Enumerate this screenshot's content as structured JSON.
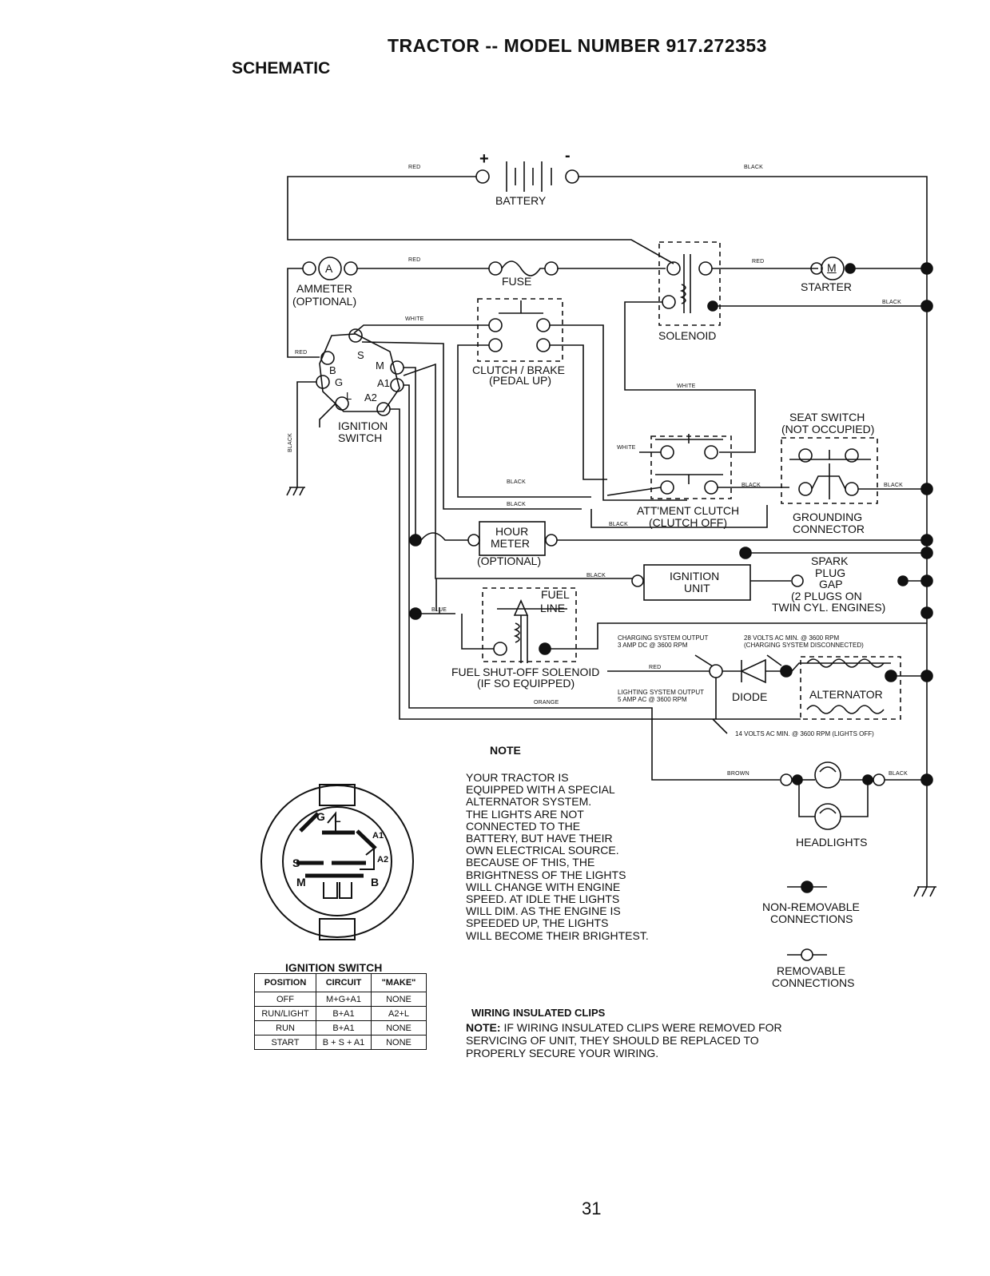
{
  "header": {
    "title": "TRACTOR -- MODEL NUMBER 917.272353",
    "subtitle": "SCHEMATIC"
  },
  "components": {
    "battery": "BATTERY",
    "battery_plus": "+",
    "battery_minus": "-",
    "ammeter_letter": "A",
    "ammeter": "AMMETER",
    "ammeter_opt": "(OPTIONAL)",
    "fuse": "FUSE",
    "starter_letter": "M",
    "starter": "STARTER",
    "solenoid": "SOLENOID",
    "clutch_brake": "CLUTCH / BRAKE",
    "clutch_brake2": "(PEDAL UP)",
    "ignition_switch": "IGNITION",
    "ignition_switch2": "SWITCH",
    "term_b": "B",
    "term_s": "S",
    "term_m": "M",
    "term_g": "G",
    "term_a1": "A1",
    "term_l": "L",
    "term_a2": "A2",
    "seat_switch": "SEAT SWITCH",
    "seat_switch2": "(NOT OCCUPIED)",
    "attment": "ATT'MENT CLUTCH",
    "attment2": "(CLUTCH OFF)",
    "grounding": "GROUNDING",
    "grounding2": "CONNECTOR",
    "hour": "HOUR",
    "hour2": "METER",
    "hour_opt": "(OPTIONAL)",
    "ign_unit": "IGNITION",
    "ign_unit2": "UNIT",
    "spark1": "SPARK",
    "spark2": "PLUG",
    "spark3": "GAP",
    "spark4": "(2 PLUGS ON",
    "spark5": "TWIN CYL. ENGINES)",
    "fuel1": "FUEL",
    "fuel2": "LINE",
    "fuel_sol": "FUEL SHUT-OFF SOLENOID",
    "fuel_sol2": "(IF SO EQUIPPED)",
    "charge1": "CHARGING SYSTEM OUTPUT",
    "charge2": "3 AMP DC @ 3600 RPM",
    "v28a": "28 VOLTS AC MIN. @ 3600 RPM",
    "v28b": "(CHARGING SYSTEM DISCONNECTED)",
    "light1": "LIGHTING SYSTEM OUTPUT",
    "light2": "5 AMP AC @ 3600 RPM",
    "v14": "14 VOLTS AC MIN. @ 3600 RPM (LIGHTS OFF)",
    "diode": "DIODE",
    "alternator": "ALTERNATOR",
    "headlights": "HEADLIGHTS",
    "nonrem1": "NON-REMOVABLE",
    "nonrem2": "CONNECTIONS",
    "rem1": "REMOVABLE",
    "rem2": "CONNECTIONS"
  },
  "wires": {
    "red": "RED",
    "black": "BLACK",
    "white": "WHITE",
    "blue": "BLUE",
    "orange": "ORANGE",
    "brown": "BROWN"
  },
  "note": {
    "heading": "NOTE",
    "lines": [
      "YOUR TRACTOR IS",
      "EQUIPPED WITH A SPECIAL",
      "ALTERNATOR SYSTEM.",
      "THE LIGHTS ARE NOT",
      "CONNECTED TO THE",
      "BATTERY, BUT HAVE THEIR",
      "OWN ELECTRICAL SOURCE.",
      "BECAUSE OF THIS, THE",
      "BRIGHTNESS OF THE LIGHTS",
      "WILL CHANGE WITH ENGINE",
      "SPEED.  AT IDLE THE LIGHTS",
      "WILL DIM.  AS THE ENGINE IS",
      "SPEEDED UP, THE LIGHTS",
      "WILL BECOME THEIR BRIGHTEST."
    ]
  },
  "clips": {
    "heading": "WIRING INSULATED CLIPS",
    "note_label": "NOTE:",
    "line1": " IF WIRING INSULATED CLIPS WERE REMOVED FOR",
    "line2": "SERVICING OF UNIT, THEY SHOULD BE REPLACED TO",
    "line3": "PROPERLY SECURE YOUR WIRING."
  },
  "ign_table": {
    "title": "IGNITION SWITCH",
    "connector_labels": {
      "g": "G",
      "l": "L",
      "a1": "A1",
      "a2": "A2",
      "s": "S",
      "m": "M",
      "b": "B"
    },
    "headers": [
      "POSITION",
      "CIRCUIT",
      "\"MAKE\""
    ],
    "rows": [
      [
        "OFF",
        "M+G+A1",
        "NONE"
      ],
      [
        "RUN/LIGHT",
        "B+A1",
        "A2+L"
      ],
      [
        "RUN",
        "B+A1",
        "NONE"
      ],
      [
        "START",
        "B + S + A1",
        "NONE"
      ]
    ]
  },
  "page_number": "31"
}
